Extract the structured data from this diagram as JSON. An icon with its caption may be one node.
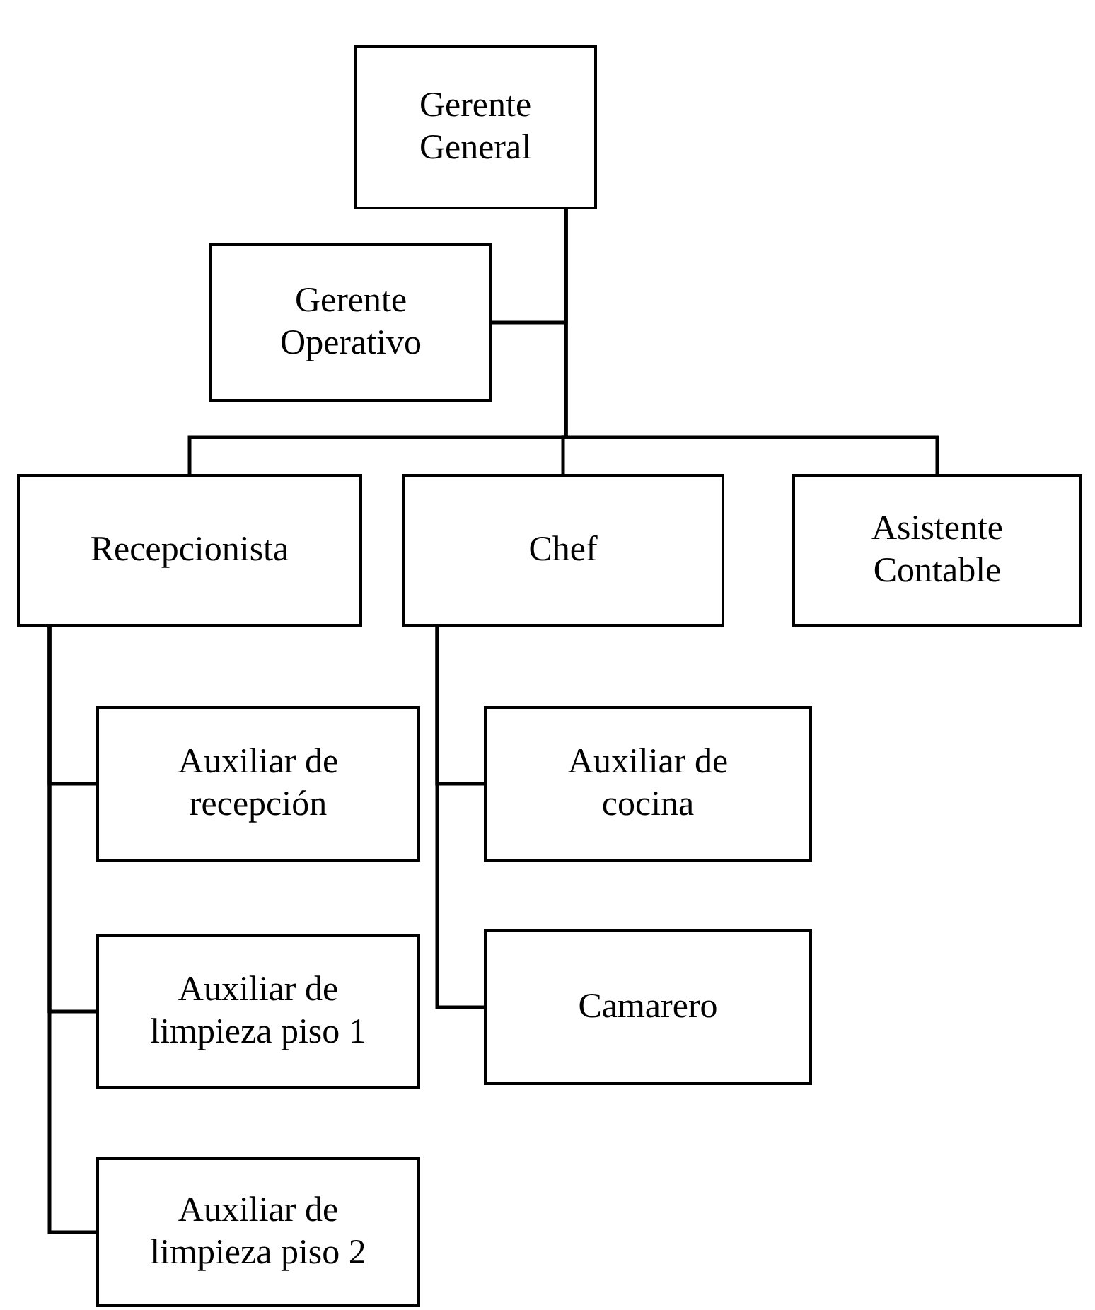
{
  "diagram": {
    "nodes": [
      {
        "text": [
          "Gerente General"
        ]
      },
      {
        "text": [
          "Gerente Operativo"
        ]
      },
      {
        "text": [
          "Recepcionista"
        ]
      },
      {
        "text": [
          "Chef"
        ]
      },
      {
        "text": [
          "Asistente Contable"
        ]
      },
      {
        "text": [
          "Auxiliar de recepción"
        ]
      },
      {
        "text": [
          "Auxiliar de limpieza piso 1"
        ]
      },
      {
        "text": [
          "Auxiliar de limpieza piso 2"
        ]
      },
      {
        "text": [
          "Auxiliar de cocina"
        ]
      },
      {
        "text": [
          "Camarero"
        ]
      }
    ],
    "edges": [
      {
        "from": 0,
        "to": 1,
        "arrow": "none"
      },
      {
        "from": 0,
        "to": 2,
        "arrow": "none"
      },
      {
        "from": 0,
        "to": 3,
        "arrow": "none"
      },
      {
        "from": 0,
        "to": 4,
        "arrow": "none"
      },
      {
        "from": 2,
        "to": 5,
        "arrow": "none"
      },
      {
        "from": 2,
        "to": 6,
        "arrow": "none"
      },
      {
        "from": 2,
        "to": 7,
        "arrow": "none"
      },
      {
        "from": 3,
        "to": 8,
        "arrow": "none"
      },
      {
        "from": 3,
        "to": 9,
        "arrow": "none"
      }
    ]
  }
}
